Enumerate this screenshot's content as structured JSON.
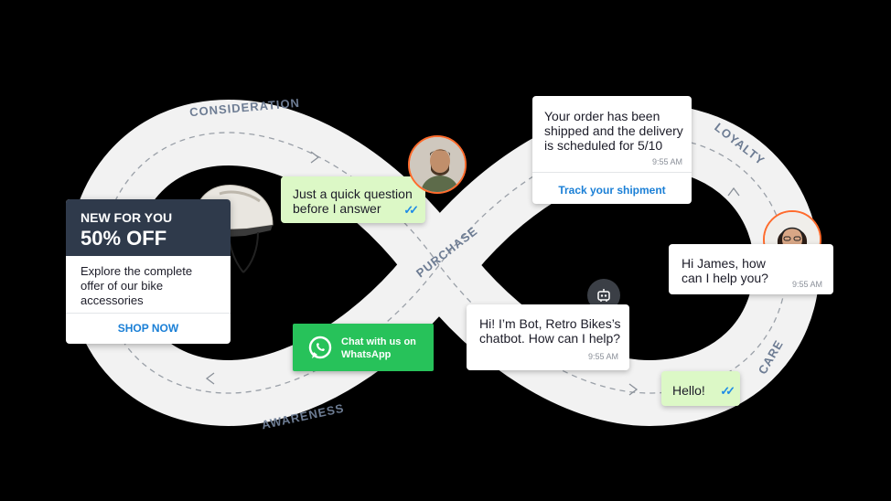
{
  "promo": {
    "headline_1": "NEW FOR YOU",
    "headline_2": "50% OFF",
    "body": "Explore the complete offer of our bike accessories",
    "cta": "SHOP NOW"
  },
  "whatsapp_button": {
    "label": "Chat with us on WhatsApp",
    "color": "#27c25a"
  },
  "messages": {
    "customer_question": {
      "text": "Just a quick question before I answer"
    },
    "order_update": {
      "text": "Your order has been shipped and the delivery is scheduled for 5/10",
      "time": "9:55 AM",
      "link": "Track your shipment"
    },
    "agent_reply": {
      "text": "Hi James, how can I help you?",
      "time": "9:55 AM"
    },
    "bot_greeting": {
      "text": "Hi! I’m Bot, Retro Bikes’s chatbot. How can I help?",
      "time": "9:55 AM"
    },
    "customer_hello": {
      "text": "Hello!"
    }
  },
  "stages": {
    "consideration": "CONSIDERATION",
    "purchase": "PURCHASE",
    "loyalty": "LOYALTY",
    "care": "CARE",
    "awareness": "AWARENESS"
  },
  "icons": {
    "read_receipt": "double-check-icon",
    "whatsapp": "whatsapp-icon",
    "bot": "robot-icon"
  },
  "colors": {
    "background": "#000000",
    "loop": "#f2f2f2",
    "promo_header": "#2f3a4b",
    "link_blue": "#1a7fd6",
    "green_bubble": "#dcf8c6",
    "avatar_ring": "#ff6b2c",
    "stage_label": "#6d7c93"
  }
}
